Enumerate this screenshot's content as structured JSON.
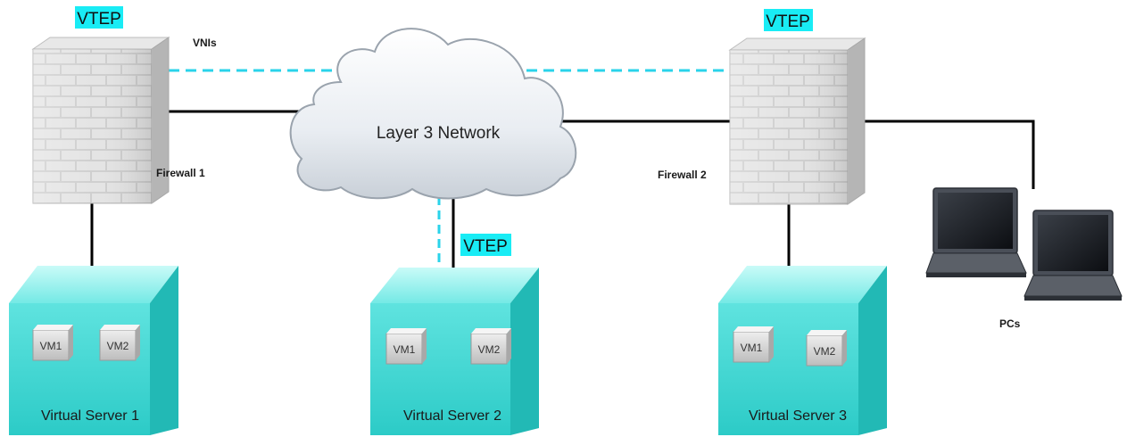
{
  "labels": {
    "vtep": "VTEP",
    "vnis": "VNIs",
    "cloud": "Layer 3 Network",
    "firewall1": "Firewall 1",
    "firewall2": "Firewall 2",
    "pcs": "PCs",
    "vm1": "VM1",
    "vm2": "VM2",
    "server1": "Virtual Server 1",
    "server2": "Virtual Server 2",
    "server3": "Virtual Server 3"
  },
  "colors": {
    "vtep_highlight": "#19ecf5",
    "dashed_link": "#2ad3ea",
    "solid_link": "#000000",
    "server_top": "#86f0ec",
    "server_front": "#34d6d2",
    "firewall_brick": "#d6d6d6"
  }
}
